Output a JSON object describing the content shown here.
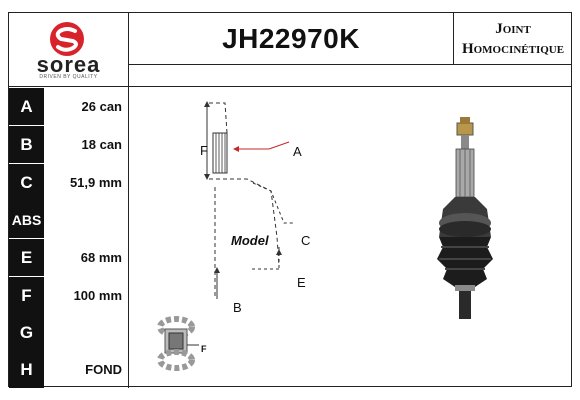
{
  "brand": {
    "name": "sorea",
    "tagline": "DRIVEN BY QUALITY",
    "color": "#d8232a"
  },
  "header": {
    "part_number": "JH22970K",
    "type_line1": "Joint",
    "type_line2": "Homocinétique"
  },
  "specs": [
    {
      "key": "A",
      "value": "26 can"
    },
    {
      "key": "B",
      "value": "18 can"
    },
    {
      "key": "C",
      "value": "51,9 mm"
    },
    {
      "key": "ABS",
      "value": ""
    },
    {
      "key": "E",
      "value": "68 mm"
    },
    {
      "key": "F",
      "value": "100 mm"
    },
    {
      "key": "G",
      "value": ""
    },
    {
      "key": "H",
      "value": "FOND"
    }
  ],
  "diagram": {
    "model_label": "Model",
    "label_a": "A",
    "label_b": "B",
    "label_c": "C",
    "label_e": "E",
    "label_f": "F",
    "label_f_small": "F"
  }
}
